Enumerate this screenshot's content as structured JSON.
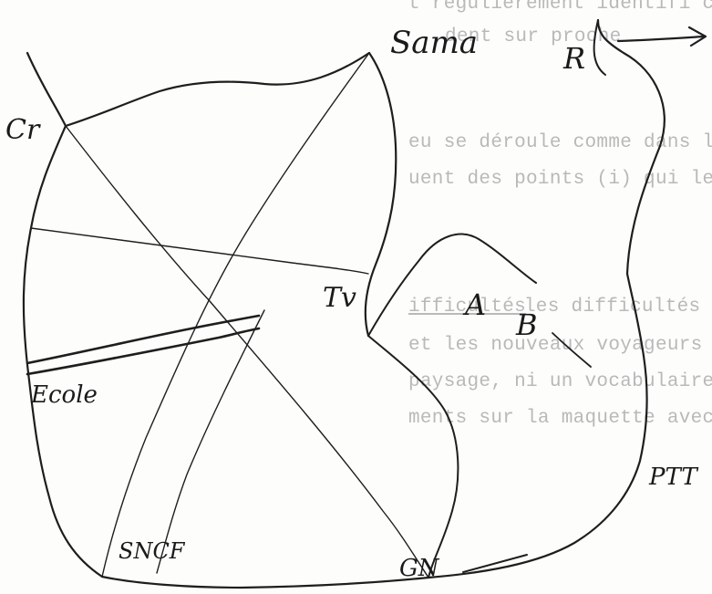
{
  "background_text": [
    "t régulièrement identifi c'est que les",
    "dent sur proche",
    "eu se déroule comme dans la phase pré-",
    "uent des points (i) qui les motive",
    "ifficultés",
    " les difficultés peuvent",
    "et les nouveaux voyageurs n'ont ni",
    "paysage, ni un vocabulaire commun",
    "ments sur la maquette avec la-"
  ],
  "map_labels": {
    "sama": "Sama",
    "r": "R",
    "cr": "Cr",
    "tv": "Tv",
    "a": "A",
    "b": "B",
    "ecole": "Ecole",
    "ptt": "PTT",
    "sncf": "SNCF",
    "gn": "GN"
  },
  "colors": {
    "ink": "#1e1e1e",
    "faded_type": "#b9b9b9",
    "paper": "#fdfdfb"
  }
}
